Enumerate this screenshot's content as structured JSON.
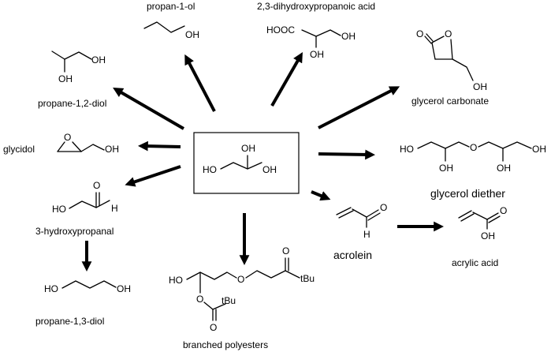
{
  "labels": {
    "propan_1_ol": "propan-1-ol",
    "dihydroxypropanoic_acid": "2,3-dihydroxypropanoic acid",
    "glycerol_carbonate": "glycerol carbonate",
    "propane_1_2_diol": "propane-1,2-diol",
    "glycidol": "glycidol",
    "glycerol_diether": "glycerol diether",
    "hydroxypropanal": "3-hydroxypropanal",
    "acrolein": "acrolein",
    "acrylic_acid": "acrylic acid",
    "propane_1_3_diol": "propane-1,3-diol",
    "branched_polyesters": "branched polyesters"
  },
  "atoms": {
    "oh": "OH",
    "ho": "HO",
    "o": "O",
    "h": "H",
    "hooc": "HOOC",
    "tbu": "tBu"
  }
}
